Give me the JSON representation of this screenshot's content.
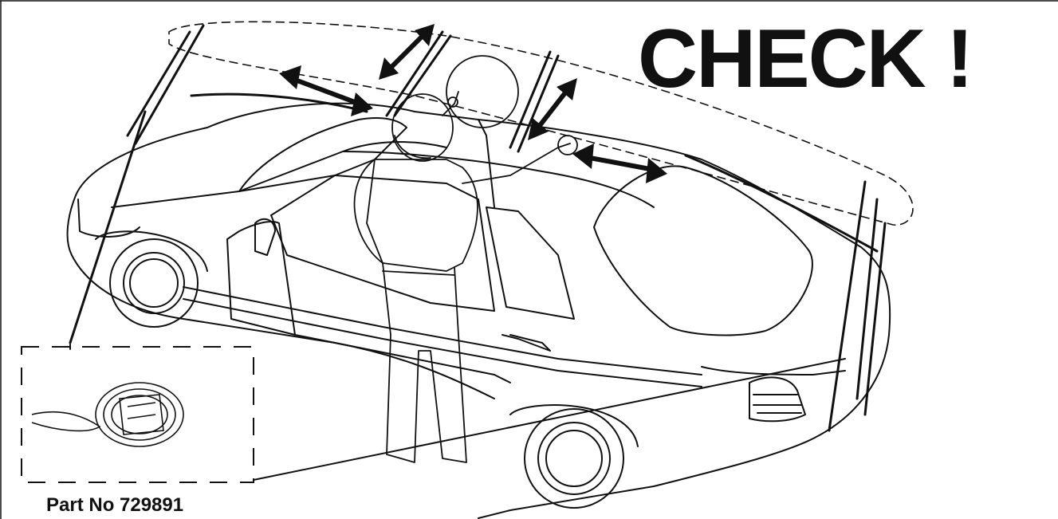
{
  "title": "CHECK !",
  "inset": {
    "part_label": "Part No 729891"
  },
  "colors": {
    "ink": "#111111",
    "background": "#ffffff"
  },
  "icons": [
    "car-illustration",
    "person-illustration",
    "kayak-outline",
    "strap-coil-icon",
    "double-arrow-icon"
  ]
}
